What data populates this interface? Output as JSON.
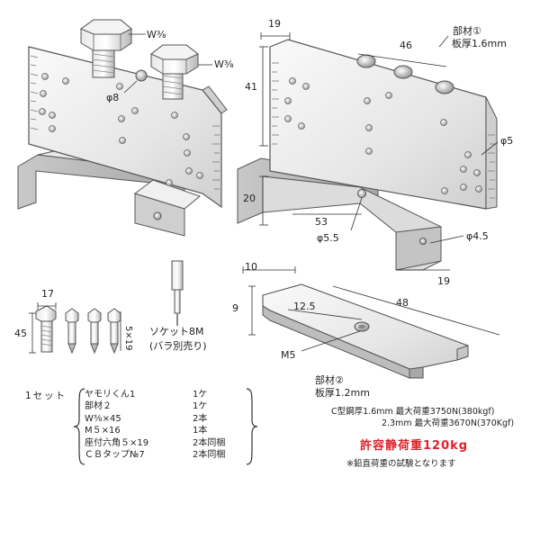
{
  "labels": {
    "bolt_a": "W⅜",
    "bolt_b": "W⅜",
    "hole_phi8": "φ8",
    "dim_19_top": "19",
    "dim_46": "46",
    "dim_41": "41",
    "dim_20": "20",
    "dim_53": "53",
    "hole_phi55": "φ5.5",
    "hole_phi45": "φ4.5",
    "hole_phi5": "φ5",
    "dim_19_bottom": "19",
    "part1_name": "部材①",
    "part1_thickness": "板厚1.6mm",
    "dim_10": "10",
    "dim_9": "9",
    "dim_125": "12.5",
    "dim_48": "48",
    "m5": "M5",
    "part2_name": "部材②",
    "part2_thickness": "板厚1.2mm",
    "dim_17": "17",
    "dim_45": "45",
    "dim_5x19": "5×19",
    "socket": "ソケット8M",
    "socket_note": "(バラ別売り)"
  },
  "parts_list": {
    "set_label": "1セット",
    "items": [
      {
        "name": "ヤモリくん1",
        "qty": "1ケ"
      },
      {
        "name": "部材２",
        "qty": "1ケ"
      },
      {
        "name": "W⅜×45",
        "qty": "2本"
      },
      {
        "name": "M５×16",
        "qty": "1本"
      },
      {
        "name": "座付六角５×19",
        "qty": "2本同梱"
      },
      {
        "name": "ＣＢタップ№7",
        "qty": "2本同梱"
      }
    ]
  },
  "load": {
    "line1": "C型鋼厚1.6mm  最大荷重3750N(380kgf)",
    "line2": "2.3mm  最大荷重3670N(370Kgf)",
    "title": "許容静荷重120kg",
    "note": "※鉛直荷重の試験となります"
  },
  "colors": {
    "metal_light": "#f4f4f4",
    "metal_mid": "#d6d6d6",
    "metal_dark": "#9a9a9a",
    "outline": "#555555",
    "accent_red": "#e0202a"
  }
}
